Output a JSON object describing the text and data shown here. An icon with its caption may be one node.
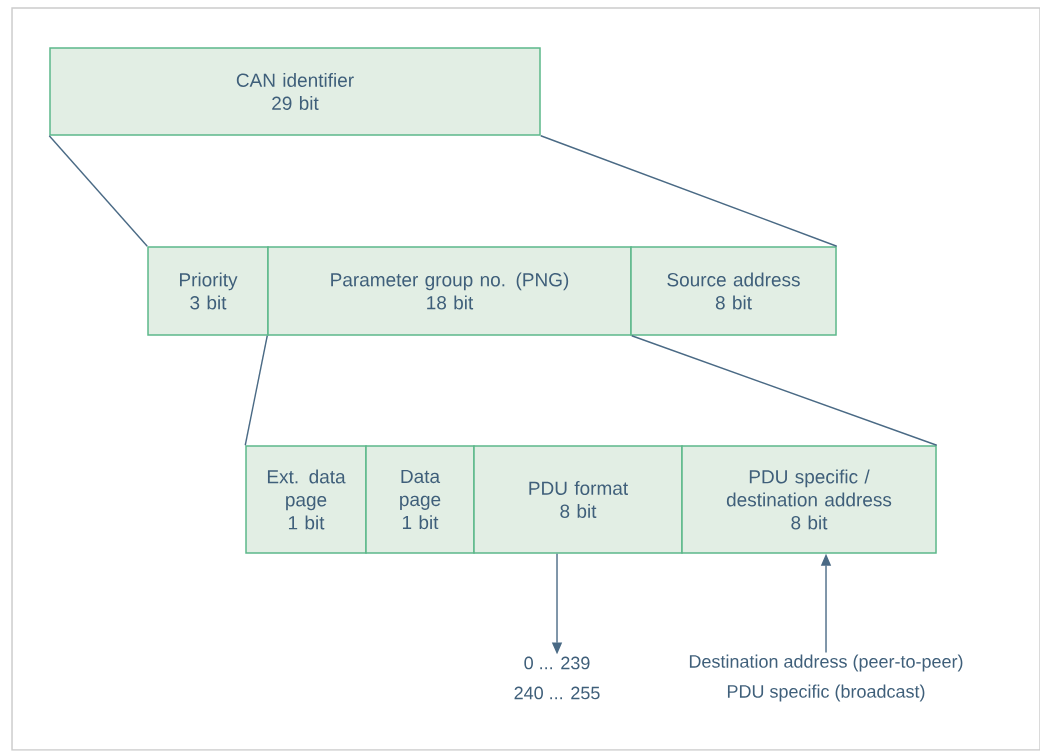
{
  "diagram": {
    "nodes": [
      {
        "text": [
          "CAN identifier",
          "29 bit"
        ]
      },
      {
        "text": [
          "Priority",
          "3 bit"
        ]
      },
      {
        "text": [
          "Parameter group no. (PNG)",
          "18 bit"
        ]
      },
      {
        "text": [
          "Source address",
          "8 bit"
        ]
      },
      {
        "text": [
          "Ext. data page",
          "1 bit"
        ]
      },
      {
        "text": [
          "Data page",
          "1 bit"
        ]
      },
      {
        "text": [
          "PDU format",
          "8 bit"
        ]
      },
      {
        "text": [
          "PDU specific / destination address",
          "8 bit"
        ]
      },
      {
        "text": [
          "0 ... 239",
          "240 ... 255"
        ]
      },
      {
        "text": [
          "Destination address (peer-to-peer)",
          "PDU specific (broadcast)"
        ]
      }
    ],
    "edges": [
      {
        "from": 0,
        "to": 1,
        "arrow": "none"
      },
      {
        "from": 0,
        "to": 3,
        "arrow": "none"
      },
      {
        "from": 2,
        "to": 4,
        "arrow": "none"
      },
      {
        "from": 2,
        "to": 7,
        "arrow": "none"
      },
      {
        "from": 6,
        "to": 8,
        "arrow": "to"
      },
      {
        "from": 9,
        "to": 7,
        "arrow": "to"
      }
    ]
  }
}
